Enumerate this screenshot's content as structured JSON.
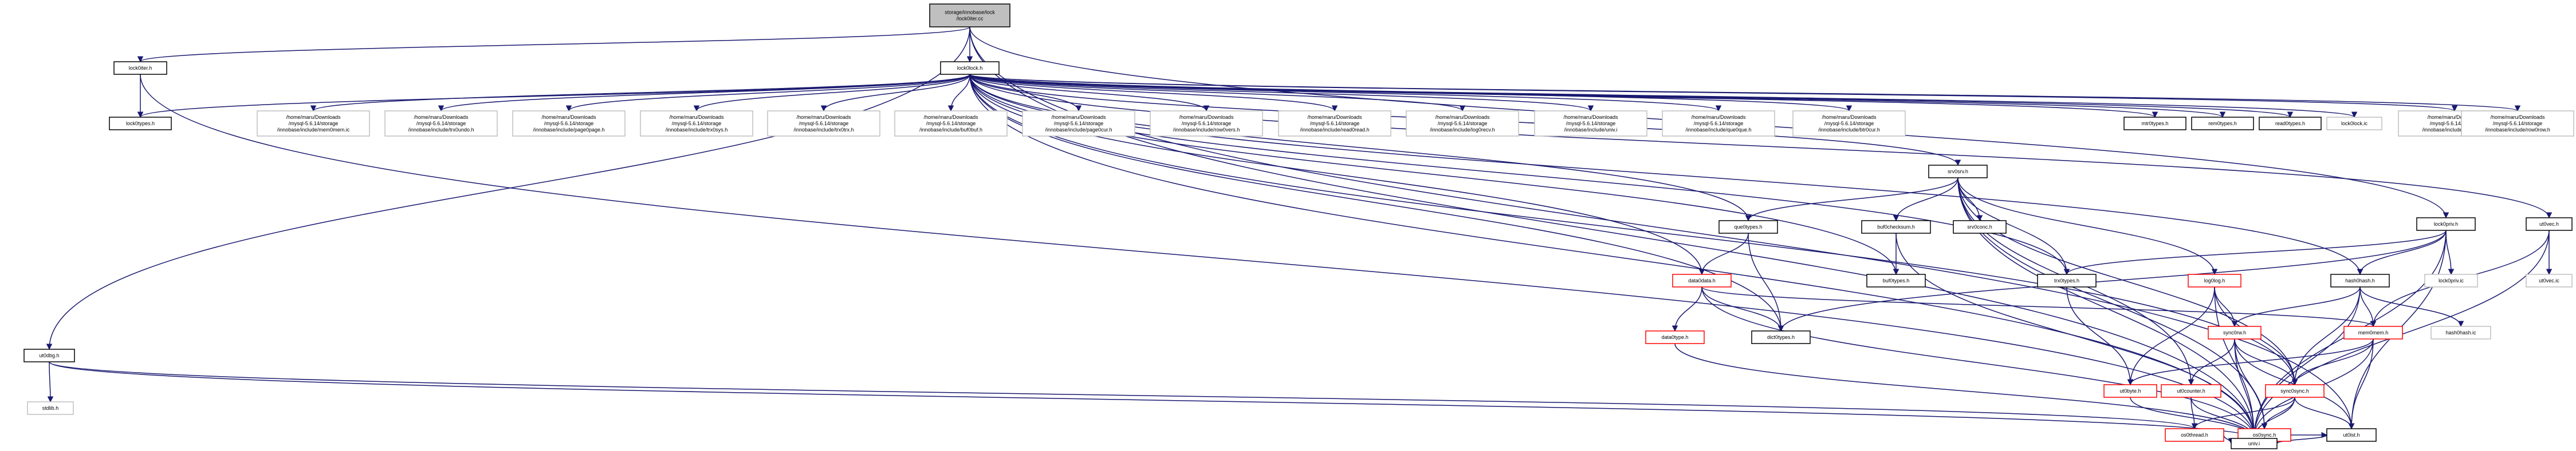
{
  "diagram": {
    "type": "include-dependency-graph",
    "root": "root",
    "colors": {
      "edge": "#191970",
      "root_fill": "#bfbfbf",
      "box_stroke": "#000000",
      "missing_stroke": "#bfbfbf",
      "doc_stroke": "#ff0000"
    },
    "nodes": [
      {
        "id": "root",
        "style": "root",
        "lines": [
          "storage/innobase/lock",
          "/lock0iter.cc"
        ]
      },
      {
        "id": "lock0iter_h",
        "style": "box",
        "lines": [
          "lock0iter.h"
        ]
      },
      {
        "id": "lock0lock_h",
        "style": "box",
        "lines": [
          "lock0lock.h"
        ]
      },
      {
        "id": "lock0types_h",
        "style": "box",
        "lines": [
          "lock0types.h"
        ]
      },
      {
        "id": "p_mem0mem_ic",
        "style": "missing",
        "lines": [
          "/home/maru/Downloads",
          "/mysql-5.6.14/storage",
          "/innobase/include/mem0mem.ic"
        ]
      },
      {
        "id": "p_trx0undo_h",
        "style": "missing",
        "lines": [
          "/home/maru/Downloads",
          "/mysql-5.6.14/storage",
          "/innobase/include/trx0undo.h"
        ]
      },
      {
        "id": "p_page0page_h",
        "style": "missing",
        "lines": [
          "/home/maru/Downloads",
          "/mysql-5.6.14/storage",
          "/innobase/include/page0page.h"
        ]
      },
      {
        "id": "p_trx0sys_h",
        "style": "missing",
        "lines": [
          "/home/maru/Downloads",
          "/mysql-5.6.14/storage",
          "/innobase/include/trx0sys.h"
        ]
      },
      {
        "id": "p_trx0trx_h",
        "style": "missing",
        "lines": [
          "/home/maru/Downloads",
          "/mysql-5.6.14/storage",
          "/innobase/include/trx0trx.h"
        ]
      },
      {
        "id": "p_buf0buf_h",
        "style": "missing",
        "lines": [
          "/home/maru/Downloads",
          "/mysql-5.6.14/storage",
          "/innobase/include/buf0buf.h"
        ]
      },
      {
        "id": "p_page0cur_h",
        "style": "missing",
        "lines": [
          "/home/maru/Downloads",
          "/mysql-5.6.14/storage",
          "/innobase/include/page0cur.h"
        ]
      },
      {
        "id": "p_row0vers_h",
        "style": "missing",
        "lines": [
          "/home/maru/Downloads",
          "/mysql-5.6.14/storage",
          "/innobase/include/row0vers.h"
        ]
      },
      {
        "id": "p_read0read_h",
        "style": "missing",
        "lines": [
          "/home/maru/Downloads",
          "/mysql-5.6.14/storage",
          "/innobase/include/read0read.h"
        ]
      },
      {
        "id": "p_log0recv_h",
        "style": "missing",
        "lines": [
          "/home/maru/Downloads",
          "/mysql-5.6.14/storage",
          "/innobase/include/log0recv.h"
        ]
      },
      {
        "id": "p_univ_i",
        "style": "missing",
        "lines": [
          "/home/maru/Downloads",
          "/mysql-5.6.14/storage",
          "/innobase/include/univ.i"
        ]
      },
      {
        "id": "p_que0que_h",
        "style": "missing",
        "lines": [
          "/home/maru/Downloads",
          "/mysql-5.6.14/storage",
          "/innobase/include/que0que.h"
        ]
      },
      {
        "id": "p_btr0cur_h",
        "style": "missing",
        "lines": [
          "/home/maru/Downloads",
          "/mysql-5.6.14/storage",
          "/innobase/include/btr0cur.h"
        ]
      },
      {
        "id": "srv0srv_h",
        "style": "box",
        "lines": [
          "srv0srv.h"
        ]
      },
      {
        "id": "mtr0types_h",
        "style": "box",
        "lines": [
          "mtr0types.h"
        ]
      },
      {
        "id": "rem0types_h",
        "style": "box",
        "lines": [
          "rem0types.h"
        ]
      },
      {
        "id": "read0types_h",
        "style": "box",
        "lines": [
          "read0types.h"
        ]
      },
      {
        "id": "lock0lock_ic",
        "style": "missing",
        "lines": [
          "lock0lock.ic"
        ]
      },
      {
        "id": "p_dict0dict_h",
        "style": "missing",
        "lines": [
          "/home/maru/Downloads",
          "/mysql-5.6.14/storage",
          "/innobase/include/dict0dict.h"
        ]
      },
      {
        "id": "p_row0row_h",
        "style": "missing",
        "lines": [
          "/home/maru/Downloads",
          "/mysql-5.6.14/storage",
          "/innobase/include/row0row.h"
        ]
      },
      {
        "id": "que0types_h",
        "style": "box",
        "lines": [
          "que0types.h"
        ]
      },
      {
        "id": "buf0checksum_h",
        "style": "box",
        "lines": [
          "buf0checksum.h"
        ]
      },
      {
        "id": "srv0conc_h",
        "style": "box",
        "lines": [
          "srv0conc.h"
        ]
      },
      {
        "id": "lock0priv_h",
        "style": "box",
        "lines": [
          "lock0priv.h"
        ]
      },
      {
        "id": "ut0vec_h",
        "style": "box",
        "lines": [
          "ut0vec.h"
        ]
      },
      {
        "id": "data0data_h",
        "style": "doc",
        "lines": [
          "data0data.h"
        ]
      },
      {
        "id": "buf0types_h",
        "style": "box",
        "lines": [
          "buf0types.h"
        ]
      },
      {
        "id": "trx0types_h",
        "style": "box",
        "lines": [
          "trx0types.h"
        ]
      },
      {
        "id": "log0log_h",
        "style": "doc",
        "lines": [
          "log0log.h"
        ]
      },
      {
        "id": "hash0hash_h",
        "style": "box",
        "lines": [
          "hash0hash.h"
        ]
      },
      {
        "id": "lock0priv_ic",
        "style": "missing",
        "lines": [
          "lock0priv.ic"
        ]
      },
      {
        "id": "ut0vec_ic",
        "style": "missing",
        "lines": [
          "ut0vec.ic"
        ]
      },
      {
        "id": "data0type_h",
        "style": "doc",
        "lines": [
          "data0type.h"
        ]
      },
      {
        "id": "dict0types_h",
        "style": "box",
        "lines": [
          "dict0types.h"
        ]
      },
      {
        "id": "sync0rw_h",
        "style": "doc",
        "lines": [
          "sync0rw.h"
        ]
      },
      {
        "id": "mem0mem_h",
        "style": "doc",
        "lines": [
          "mem0mem.h"
        ]
      },
      {
        "id": "hash0hash_ic",
        "style": "missing",
        "lines": [
          "hash0hash.ic"
        ]
      },
      {
        "id": "ut0dbg_h",
        "style": "box",
        "lines": [
          "ut0dbg.h"
        ]
      },
      {
        "id": "ut0byte_h",
        "style": "doc",
        "lines": [
          "ut0byte.h"
        ]
      },
      {
        "id": "ut0counter_h",
        "style": "doc",
        "lines": [
          "ut0counter.h"
        ]
      },
      {
        "id": "sync0sync_h",
        "style": "doc",
        "lines": [
          "sync0sync.h"
        ]
      },
      {
        "id": "stdlib_h",
        "style": "missing",
        "lines": [
          "stdlib.h"
        ]
      },
      {
        "id": "os0thread_h",
        "style": "doc",
        "lines": [
          "os0thread.h"
        ]
      },
      {
        "id": "os0sync_h",
        "style": "doc",
        "lines": [
          "os0sync.h"
        ]
      },
      {
        "id": "ut0lst_h",
        "style": "box",
        "lines": [
          "ut0lst.h"
        ]
      },
      {
        "id": "univ_i",
        "style": "box",
        "lines": [
          "univ.i"
        ]
      }
    ],
    "edges": [
      [
        "root",
        "lock0iter_h"
      ],
      [
        "root",
        "lock0lock_h"
      ],
      [
        "root",
        "ut0dbg_h"
      ],
      [
        "root",
        "ut0lst_h"
      ],
      [
        "root",
        "univ_i"
      ],
      [
        "root",
        "lock0priv_h"
      ],
      [
        "lock0iter_h",
        "lock0types_h"
      ],
      [
        "lock0iter_h",
        "univ_i"
      ],
      [
        "lock0lock_h",
        "lock0types_h"
      ],
      [
        "lock0lock_h",
        "p_mem0mem_ic"
      ],
      [
        "lock0lock_h",
        "p_trx0undo_h"
      ],
      [
        "lock0lock_h",
        "p_page0page_h"
      ],
      [
        "lock0lock_h",
        "p_trx0sys_h"
      ],
      [
        "lock0lock_h",
        "p_trx0trx_h"
      ],
      [
        "lock0lock_h",
        "p_buf0buf_h"
      ],
      [
        "lock0lock_h",
        "p_page0cur_h"
      ],
      [
        "lock0lock_h",
        "p_row0vers_h"
      ],
      [
        "lock0lock_h",
        "p_read0read_h"
      ],
      [
        "lock0lock_h",
        "p_log0recv_h"
      ],
      [
        "lock0lock_h",
        "p_univ_i"
      ],
      [
        "lock0lock_h",
        "p_que0que_h"
      ],
      [
        "lock0lock_h",
        "p_btr0cur_h"
      ],
      [
        "lock0lock_h",
        "srv0srv_h"
      ],
      [
        "lock0lock_h",
        "mtr0types_h"
      ],
      [
        "lock0lock_h",
        "rem0types_h"
      ],
      [
        "lock0lock_h",
        "read0types_h"
      ],
      [
        "lock0lock_h",
        "lock0lock_ic"
      ],
      [
        "lock0lock_h",
        "p_dict0dict_h"
      ],
      [
        "lock0lock_h",
        "p_row0row_h"
      ],
      [
        "lock0lock_h",
        "que0types_h"
      ],
      [
        "lock0lock_h",
        "buf0types_h"
      ],
      [
        "lock0lock_h",
        "trx0types_h"
      ],
      [
        "lock0lock_h",
        "hash0hash_h"
      ],
      [
        "lock0lock_h",
        "ut0vec_h"
      ],
      [
        "lock0lock_h",
        "data0data_h"
      ],
      [
        "lock0lock_h",
        "dict0types_h"
      ],
      [
        "lock0lock_h",
        "sync0sync_h"
      ],
      [
        "lock0lock_h",
        "univ_i"
      ],
      [
        "srv0srv_h",
        "que0types_h"
      ],
      [
        "srv0srv_h",
        "buf0checksum_h"
      ],
      [
        "srv0srv_h",
        "srv0conc_h"
      ],
      [
        "srv0srv_h",
        "trx0types_h"
      ],
      [
        "srv0srv_h",
        "log0log_h"
      ],
      [
        "srv0srv_h",
        "sync0sync_h"
      ],
      [
        "srv0srv_h",
        "os0sync_h"
      ],
      [
        "srv0srv_h",
        "ut0counter_h"
      ],
      [
        "srv0srv_h",
        "univ_i"
      ],
      [
        "que0types_h",
        "data0data_h"
      ],
      [
        "que0types_h",
        "dict0types_h"
      ],
      [
        "buf0checksum_h",
        "buf0types_h"
      ],
      [
        "buf0checksum_h",
        "univ_i"
      ],
      [
        "lock0priv_h",
        "lock0priv_ic"
      ],
      [
        "lock0priv_h",
        "hash0hash_h"
      ],
      [
        "lock0priv_h",
        "trx0types_h"
      ],
      [
        "lock0priv_h",
        "dict0types_h"
      ],
      [
        "lock0priv_h",
        "ut0lst_h"
      ],
      [
        "lock0priv_h",
        "univ_i"
      ],
      [
        "ut0vec_h",
        "ut0vec_ic"
      ],
      [
        "ut0vec_h",
        "mem0mem_h"
      ],
      [
        "ut0vec_h",
        "univ_i"
      ],
      [
        "data0data_h",
        "data0type_h"
      ],
      [
        "data0data_h",
        "dict0types_h"
      ],
      [
        "data0data_h",
        "mem0mem_h"
      ],
      [
        "data0data_h",
        "univ_i"
      ],
      [
        "trx0types_h",
        "ut0byte_h"
      ],
      [
        "log0log_h",
        "sync0rw_h"
      ],
      [
        "log0log_h",
        "sync0sync_h"
      ],
      [
        "log0log_h",
        "ut0byte_h"
      ],
      [
        "log0log_h",
        "univ_i"
      ],
      [
        "hash0hash_h",
        "hash0hash_ic"
      ],
      [
        "hash0hash_h",
        "mem0mem_h"
      ],
      [
        "hash0hash_h",
        "sync0rw_h"
      ],
      [
        "hash0hash_h",
        "sync0sync_h"
      ],
      [
        "hash0hash_h",
        "univ_i"
      ],
      [
        "data0type_h",
        "univ_i"
      ],
      [
        "sync0rw_h",
        "ut0counter_h"
      ],
      [
        "sync0rw_h",
        "os0sync_h"
      ],
      [
        "sync0rw_h",
        "sync0sync_h"
      ],
      [
        "sync0rw_h",
        "ut0lst_h"
      ],
      [
        "sync0rw_h",
        "univ_i"
      ],
      [
        "mem0mem_h",
        "sync0sync_h"
      ],
      [
        "mem0mem_h",
        "ut0byte_h"
      ],
      [
        "mem0mem_h",
        "ut0lst_h"
      ],
      [
        "mem0mem_h",
        "univ_i"
      ],
      [
        "ut0dbg_h",
        "stdlib_h"
      ],
      [
        "ut0dbg_h",
        "os0thread_h"
      ],
      [
        "ut0dbg_h",
        "univ_i"
      ],
      [
        "ut0byte_h",
        "univ_i"
      ],
      [
        "ut0counter_h",
        "os0thread_h"
      ],
      [
        "ut0counter_h",
        "univ_i"
      ],
      [
        "sync0sync_h",
        "os0thread_h"
      ],
      [
        "sync0sync_h",
        "os0sync_h"
      ],
      [
        "sync0sync_h",
        "ut0lst_h"
      ],
      [
        "sync0sync_h",
        "univ_i"
      ],
      [
        "os0thread_h",
        "univ_i"
      ],
      [
        "os0sync_h",
        "ut0lst_h"
      ],
      [
        "os0sync_h",
        "univ_i"
      ],
      [
        "ut0lst_h",
        "univ_i"
      ]
    ]
  }
}
